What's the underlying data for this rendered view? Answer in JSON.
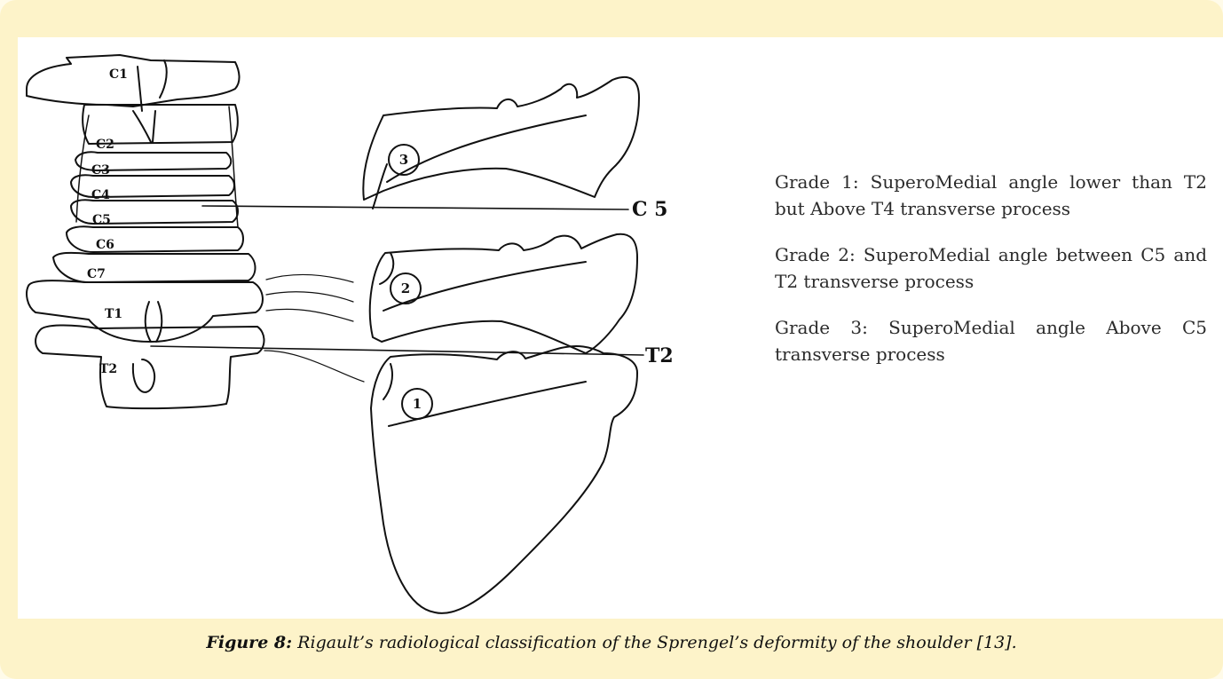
{
  "figure": {
    "vertebra_labels": [
      "C1",
      "C2",
      "C3",
      "C4",
      "C5",
      "C6",
      "C7",
      "T1",
      "T2"
    ],
    "level_lines": {
      "c5": "C 5",
      "t2": "T2"
    },
    "scapula_markers": [
      "3",
      "2",
      "1"
    ]
  },
  "grades": [
    "Grade 1: SuperoMedial angle lower than T2 but Above T4 transverse process",
    "Grade 2: SuperoMedial angle between C5 and T2 transverse process",
    "Grade 3: SuperoMedial angle Above C5 transverse process"
  ],
  "caption": {
    "label": "Figure 8:",
    "text": " Rigault’s radiological classification of the Sprengel’s deformity of the shoulder [13]."
  }
}
